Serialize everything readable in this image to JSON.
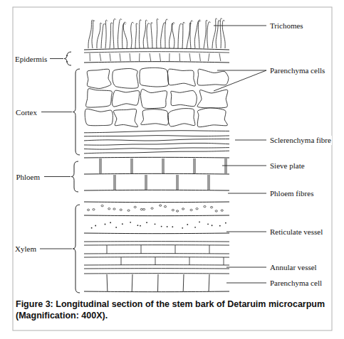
{
  "diagram": {
    "caption": "Figure 3: Longitudinal section of the stem bark of Detaruim microcarpum (Magnification: 400X).",
    "labels": [
      "Trichomes",
      "Epidermis",
      "Parenchyma cells",
      "Cortex",
      "Sclerenchyma fibre",
      "Sieve plate",
      "Phloem",
      "Phloem fibres",
      "Reticulate vessel",
      "Xylem",
      "Annular vessel",
      "Parenchyma cell"
    ]
  }
}
